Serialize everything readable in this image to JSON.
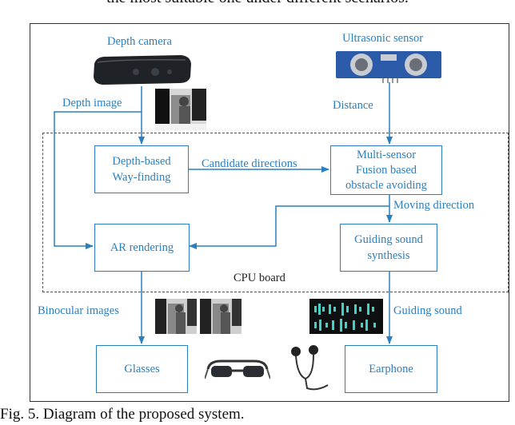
{
  "page": {
    "top_text": "the most suitable one under different scenarios.",
    "caption": "Fig. 5.  Diagram of the proposed system."
  },
  "labels": {
    "depth_camera": "Depth camera",
    "ultrasonic_sensor": "Ultrasonic sensor",
    "depth_image": "Depth image",
    "distance": "Distance",
    "candidate_directions": "Candidate directions",
    "moving_direction": "Moving direction",
    "cpu_board": "CPU board",
    "binocular_images": "Binocular images",
    "guiding_sound": "Guiding sound"
  },
  "nodes": {
    "wayfinding": [
      "Depth-based",
      "Way-finding"
    ],
    "fusion": [
      "Multi-sensor",
      "Fusion based",
      "obstacle avoiding"
    ],
    "ar_rendering": "AR rendering",
    "sound_synthesis": [
      "Guiding sound",
      "synthesis"
    ],
    "glasses": "Glasses",
    "earphone": "Earphone"
  },
  "colors": {
    "accent": "#2a7fc0",
    "frame": "#333333"
  }
}
